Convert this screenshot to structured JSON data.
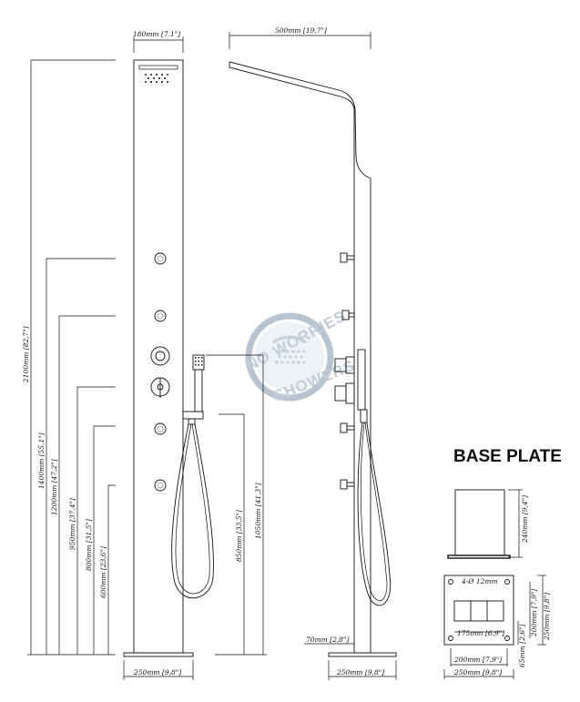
{
  "base_plate_title": "BASE PLATE",
  "watermark": {
    "top": "NO WORRIES",
    "bottom": "SHOWERS"
  },
  "dims": {
    "front_width_top": "180mm [7,1\"]",
    "projection": "500mm [19,7\"]",
    "h_2100": "2100mm [82,7\"]",
    "h_1400": "1400mm [55,1\"]",
    "h_1200": "1200mm [47,2\"]",
    "h_950": "950mm [37,4\"]",
    "h_800": "800mm [31,5\"]",
    "h_600": "600mm [23,6\"]",
    "h_850": "850mm [33,5\"]",
    "h_1050": "1050mm [41,3\"]",
    "base_front": "250mm [9,8\"]",
    "base_side": "250mm [9,8\"]",
    "foot_70": "70mm [2,8\"]",
    "bp_240": "240mm [9,4\"]",
    "bp_holes": "4-Ø 12mm",
    "bp_175": "175mm [6,9\"]",
    "bp_65": "65mm [2,6\"]",
    "bp_200v": "200mm [7,9\"]",
    "bp_250v": "250mm [9,8\"]",
    "bp_200h": "200mm [7,9\"]",
    "bp_250h": "250mm [9,8\"]"
  }
}
